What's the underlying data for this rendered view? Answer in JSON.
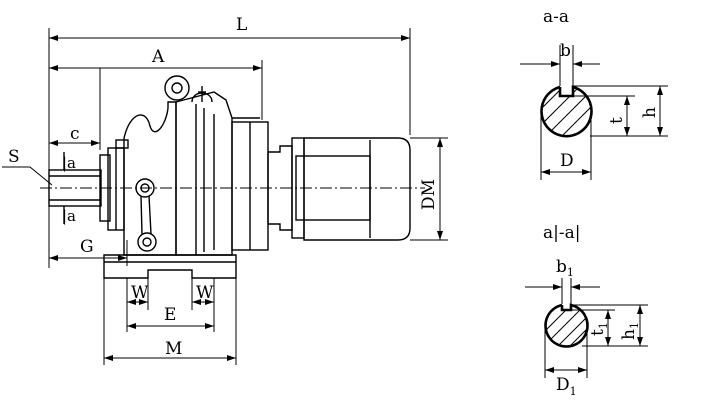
{
  "labels": {
    "L": "L",
    "A": "A",
    "c": "c",
    "S": "S",
    "a_top": "|a",
    "a_bottom": "|a",
    "G": "G",
    "W_left": "W",
    "E": "E",
    "W_right": "W",
    "M": "M",
    "DM": "DM"
  },
  "section_aa": {
    "title": "a-a",
    "b": "b",
    "t": "t",
    "h": "h",
    "D": "D"
  },
  "section_a1a1": {
    "title": "a|-a|",
    "b1_main": "b",
    "b1_sub": "1",
    "t1_main": "t",
    "t1_sub": "1",
    "h1_main": "h",
    "h1_sub": "1",
    "D1_main": "D",
    "D1_sub": "1"
  }
}
